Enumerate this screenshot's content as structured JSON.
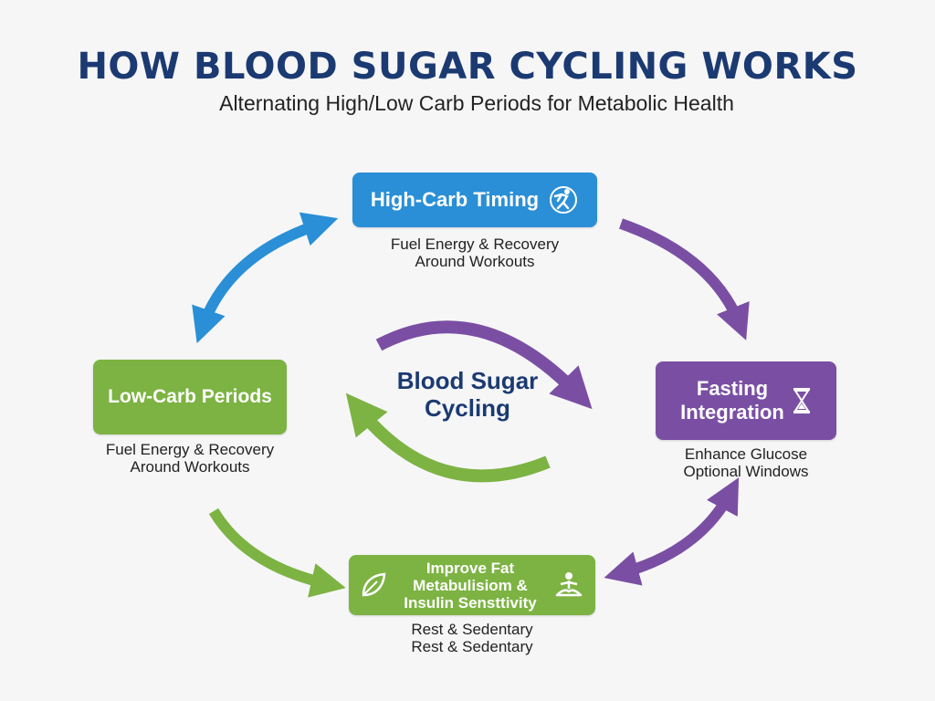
{
  "title": "HOW BLOOD SUGAR CYCLING WORKS",
  "subtitle": "Alternating High/Low Carb Periods for Metabolic Health",
  "center": {
    "line1": "Blood Sugar",
    "line2": "Cycling"
  },
  "nodes": {
    "high_carb": {
      "label": "High-Carb Timing",
      "icon": "athlete-icon",
      "color": "#2a8fd6",
      "caption_line1": "Fuel Energy & Recovery",
      "caption_line2": "Around Workouts"
    },
    "fasting": {
      "label_line1": "Fasting",
      "label_line2": "Integration",
      "icon": "hourglass-icon",
      "color": "#7a4fa3",
      "caption_line1": "Enhance Glucose",
      "caption_line2": "Optional Windows"
    },
    "low_carb": {
      "label": "Low-Carb Periods",
      "color": "#7cb342",
      "caption_line1": "Fuel Energy & Recovery",
      "caption_line2": "Around Workouts"
    },
    "fat_metabolism": {
      "label_line1": "Improve Fat",
      "label_line2": "Metabulisiom &",
      "label_line3": "Insulin Sensttivity",
      "icons": [
        "leaf-icon",
        "meditation-icon"
      ],
      "color": "#7cb342",
      "caption_line1": "Rest & Sedentary",
      "caption_line2": "Rest & Sedentary"
    }
  },
  "colors": {
    "blue": "#2a8fd6",
    "purple": "#7a4fa3",
    "green": "#7cb342",
    "title": "#1b3a72"
  }
}
